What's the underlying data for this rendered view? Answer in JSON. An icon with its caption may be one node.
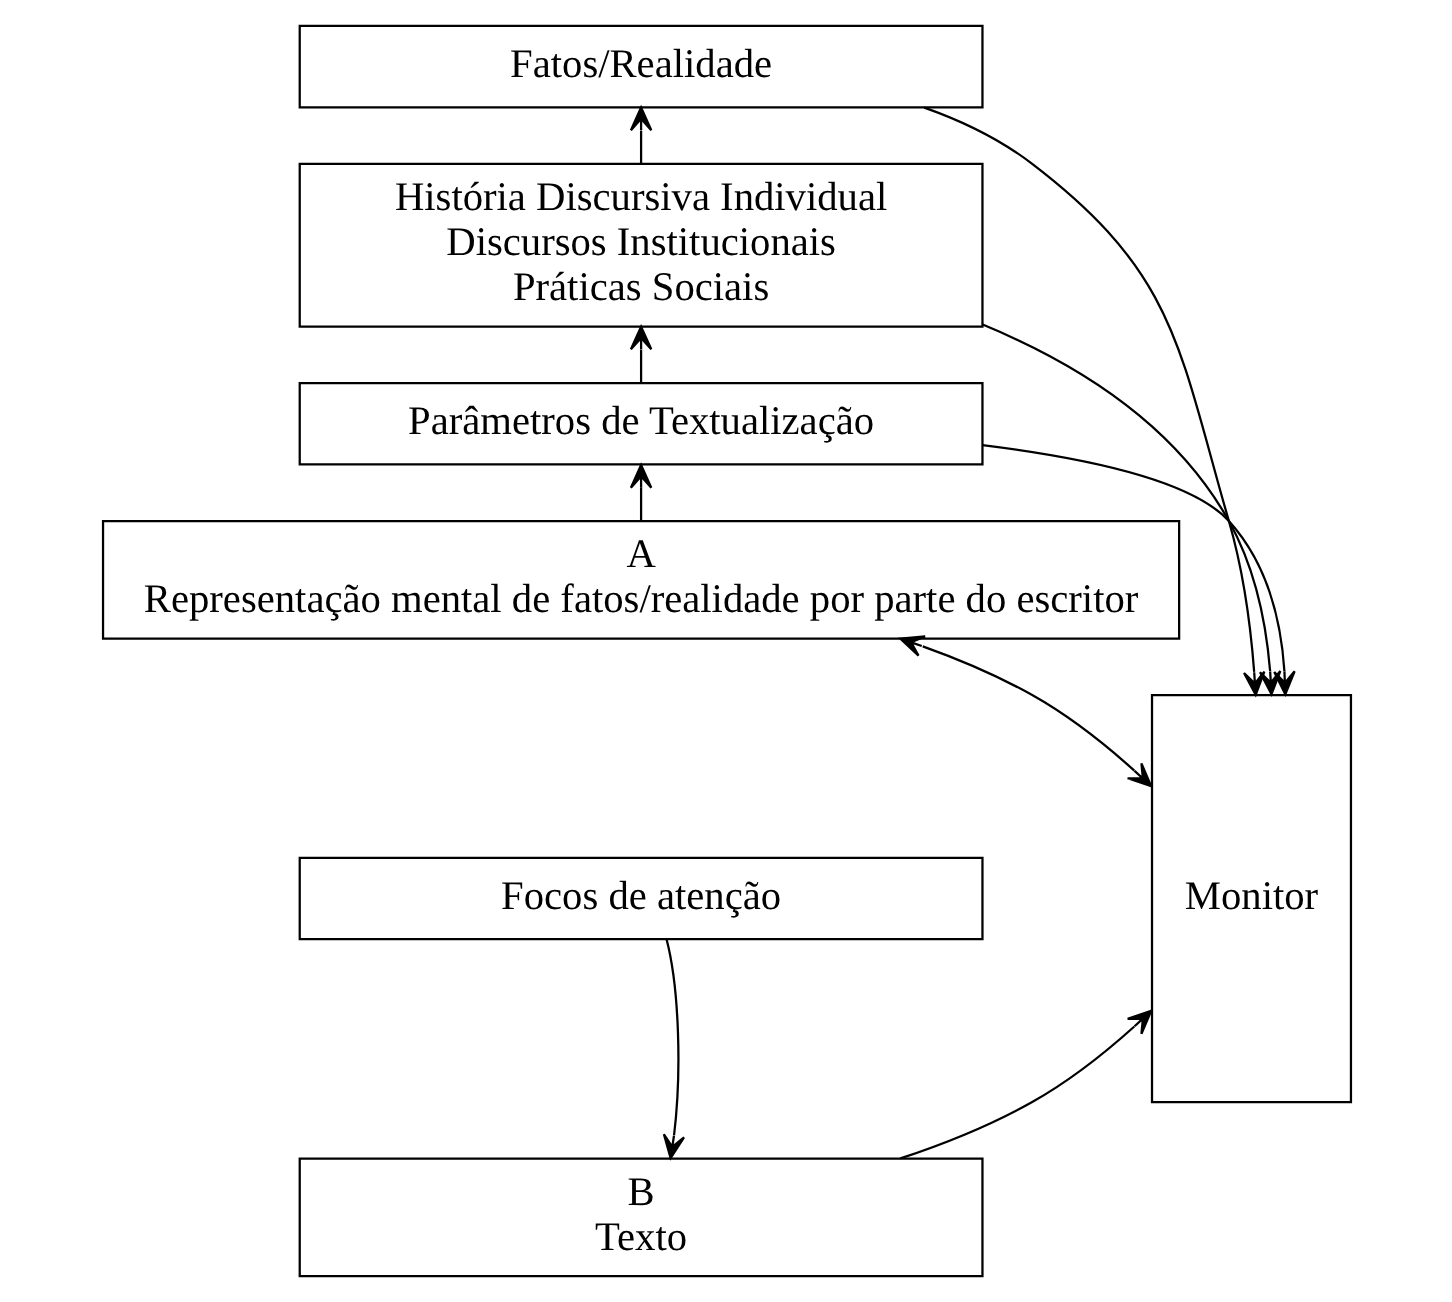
{
  "diagram": {
    "nodes": [
      {
        "text": [
          "Fatos/Realidade"
        ]
      },
      {
        "text": [
          "História Discursiva Individual",
          "Discursos Institucionais",
          "Práticas Sociais"
        ]
      },
      {
        "text": [
          "Parâmetros de Textualização"
        ]
      },
      {
        "text": [
          "A",
          "Representação mental de fatos/realidade por parte do escritor"
        ]
      },
      {
        "text": [
          "Focos de atenção"
        ]
      },
      {
        "text": [
          "B",
          "Texto"
        ]
      },
      {
        "text": [
          "Monitor"
        ]
      }
    ],
    "edges": [
      {
        "from": 1,
        "to": 0,
        "arrow": "to"
      },
      {
        "from": 2,
        "to": 1,
        "arrow": "to"
      },
      {
        "from": 3,
        "to": 2,
        "arrow": "to"
      },
      {
        "from": 4,
        "to": 5,
        "arrow": "to"
      },
      {
        "from": 0,
        "to": 6,
        "arrow": "to"
      },
      {
        "from": 1,
        "to": 6,
        "arrow": "to"
      },
      {
        "from": 2,
        "to": 6,
        "arrow": "to"
      },
      {
        "from": 6,
        "to": 3,
        "arrow": "both"
      },
      {
        "from": 5,
        "to": 6,
        "arrow": "to"
      }
    ]
  }
}
